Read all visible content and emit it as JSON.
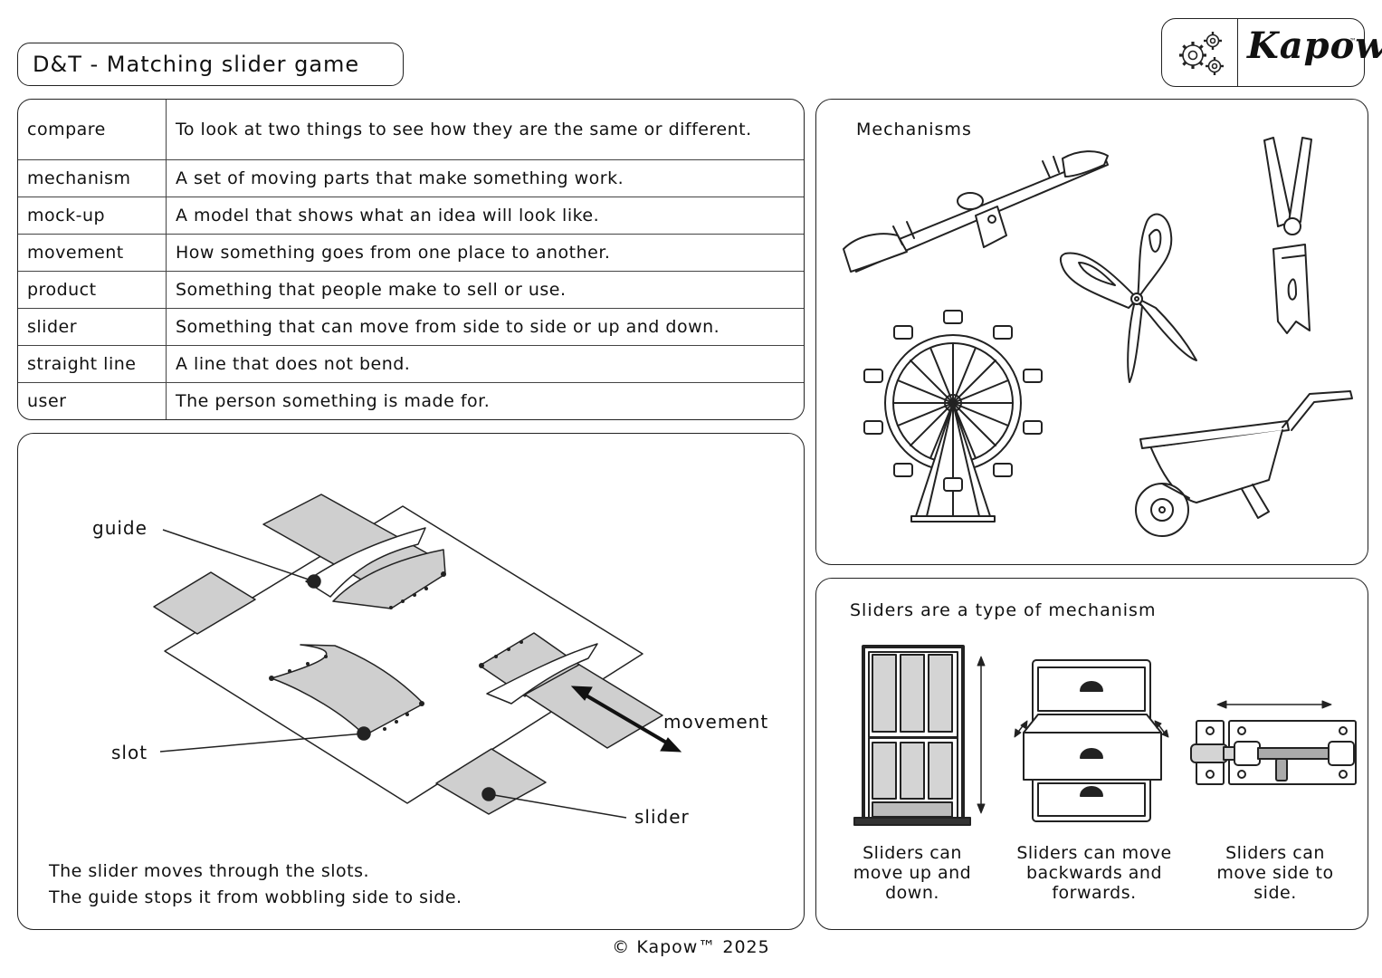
{
  "header": {
    "title": "D&T - Matching slider game",
    "logo_text": "Kapow",
    "logo_tm": "™"
  },
  "vocabulary": [
    {
      "term": "compare",
      "definition": "To look at two things to see how they are the same or different."
    },
    {
      "term": "mechanism",
      "definition": "A set of moving parts that make something work."
    },
    {
      "term": "mock-up",
      "definition": "A model that shows what an idea will look like."
    },
    {
      "term": "movement",
      "definition": "How something goes from one place to another."
    },
    {
      "term": "product",
      "definition": "Something that people make to sell or use."
    },
    {
      "term": "slider",
      "definition": "Something that can move from side to side or up and down."
    },
    {
      "term": "straight line",
      "definition": "A line that does not bend."
    },
    {
      "term": "user",
      "definition": "The person something is made for."
    }
  ],
  "diagram": {
    "labels": {
      "guide": "guide",
      "slot": "slot",
      "movement": "movement",
      "slider": "slider"
    },
    "note_line1": "The slider moves through the slots.",
    "note_line2": "The guide stops it from wobbling side to side."
  },
  "mechanisms": {
    "title": "Mechanisms"
  },
  "sliders_panel": {
    "title": "Sliders are a type of mechanism",
    "captions": [
      "Sliders can move up and down.",
      "Sliders can move backwards and forwards.",
      "Sliders can move side to side."
    ]
  },
  "footer": {
    "text": "© Kapow™ 2025"
  }
}
